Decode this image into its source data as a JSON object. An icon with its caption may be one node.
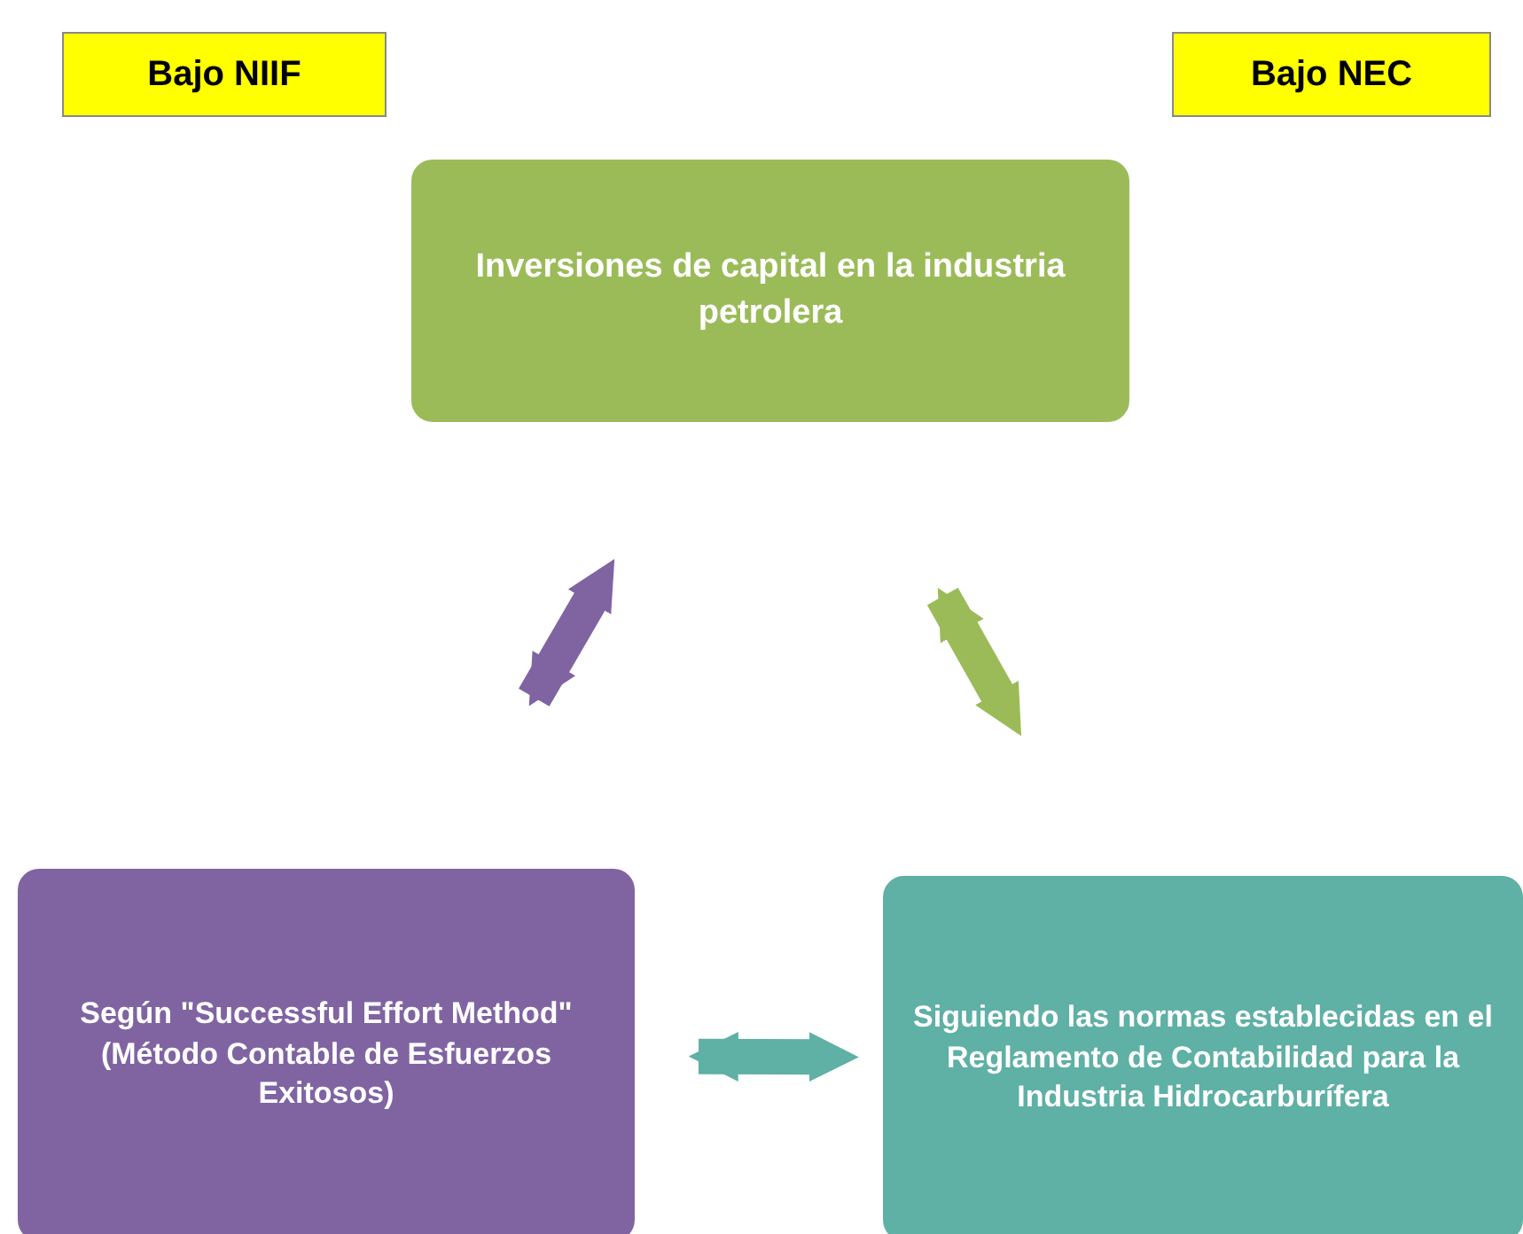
{
  "diagram": {
    "nodes": [
      {
        "text": [
          "Bajo NIIF"
        ]
      },
      {
        "text": [
          "Bajo NEC"
        ]
      },
      {
        "text": [
          "Inversiones de capital en la industria petrolera"
        ]
      },
      {
        "text": [
          "Según \"Successful Effort Method\" (Método Contable de Esfuerzos Exitosos)"
        ]
      },
      {
        "text": [
          "Siguiendo las normas establecidas en el Reglamento de Contabilidad para la Industria Hidrocarburífera"
        ]
      }
    ],
    "edges": [
      {
        "from": 3,
        "to": 2,
        "arrow": "both",
        "color": "#8064a2"
      },
      {
        "from": 2,
        "to": 4,
        "arrow": "both",
        "color": "#9bbb59"
      },
      {
        "from": 3,
        "to": 4,
        "arrow": "both",
        "color": "#5fb0a5"
      }
    ]
  }
}
